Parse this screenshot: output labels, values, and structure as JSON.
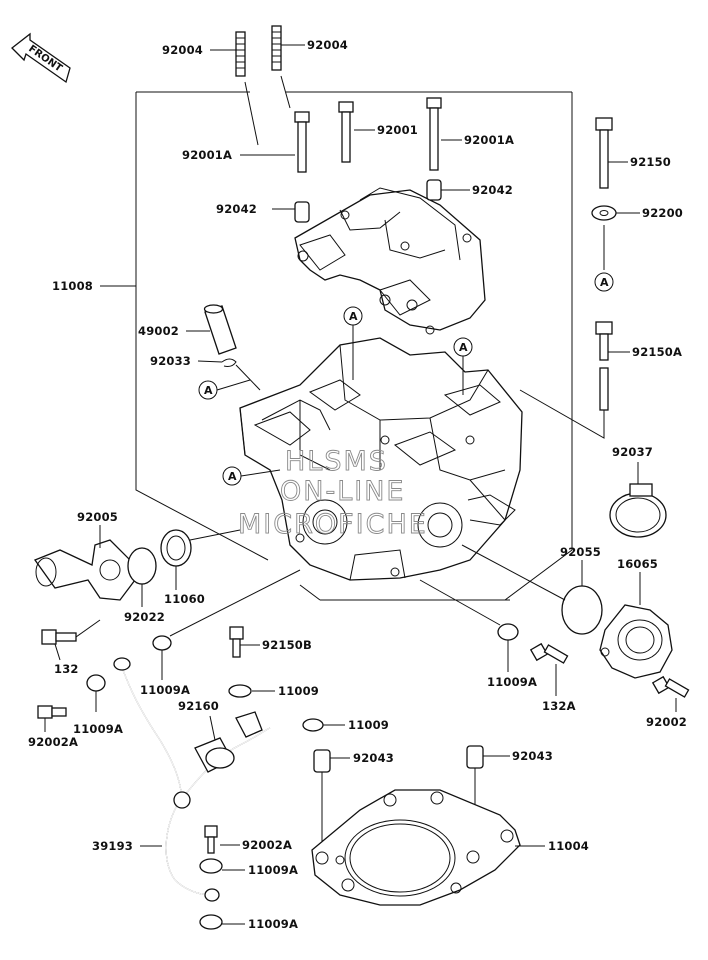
{
  "front_label": "FRONT",
  "watermark": [
    "HLSMS",
    "ON-LINE",
    "MICROFICHE"
  ],
  "ref_marker": "A",
  "labels": {
    "p92004a": "92004",
    "p92004b": "92004",
    "p92001": "92001",
    "p92001A_right": "92001A",
    "p92001A_left": "92001A",
    "p92150": "92150",
    "p92042_left": "92042",
    "p92042_right": "92042",
    "p92200": "92200",
    "p11008": "11008",
    "p49002": "49002",
    "p92033": "92033",
    "p92150A": "92150A",
    "p92037": "92037",
    "p92005": "92005",
    "p11060": "11060",
    "p92022": "92022",
    "p92055": "92055",
    "p16065": "16065",
    "p132": "132",
    "p92150B": "92150B",
    "p11009A_a": "11009A",
    "p11009A_b": "11009A",
    "p11009A_c": "11009A",
    "p11009A_d": "11009A",
    "p11009A_e": "11009A",
    "p11009_a": "11009",
    "p11009_b": "11009",
    "p132A": "132A",
    "p92002": "92002",
    "p92002A_a": "92002A",
    "p92002A_b": "92002A",
    "p92160": "92160",
    "p92043_a": "92043",
    "p92043_b": "92043",
    "p39193": "39193",
    "p11004": "11004"
  }
}
